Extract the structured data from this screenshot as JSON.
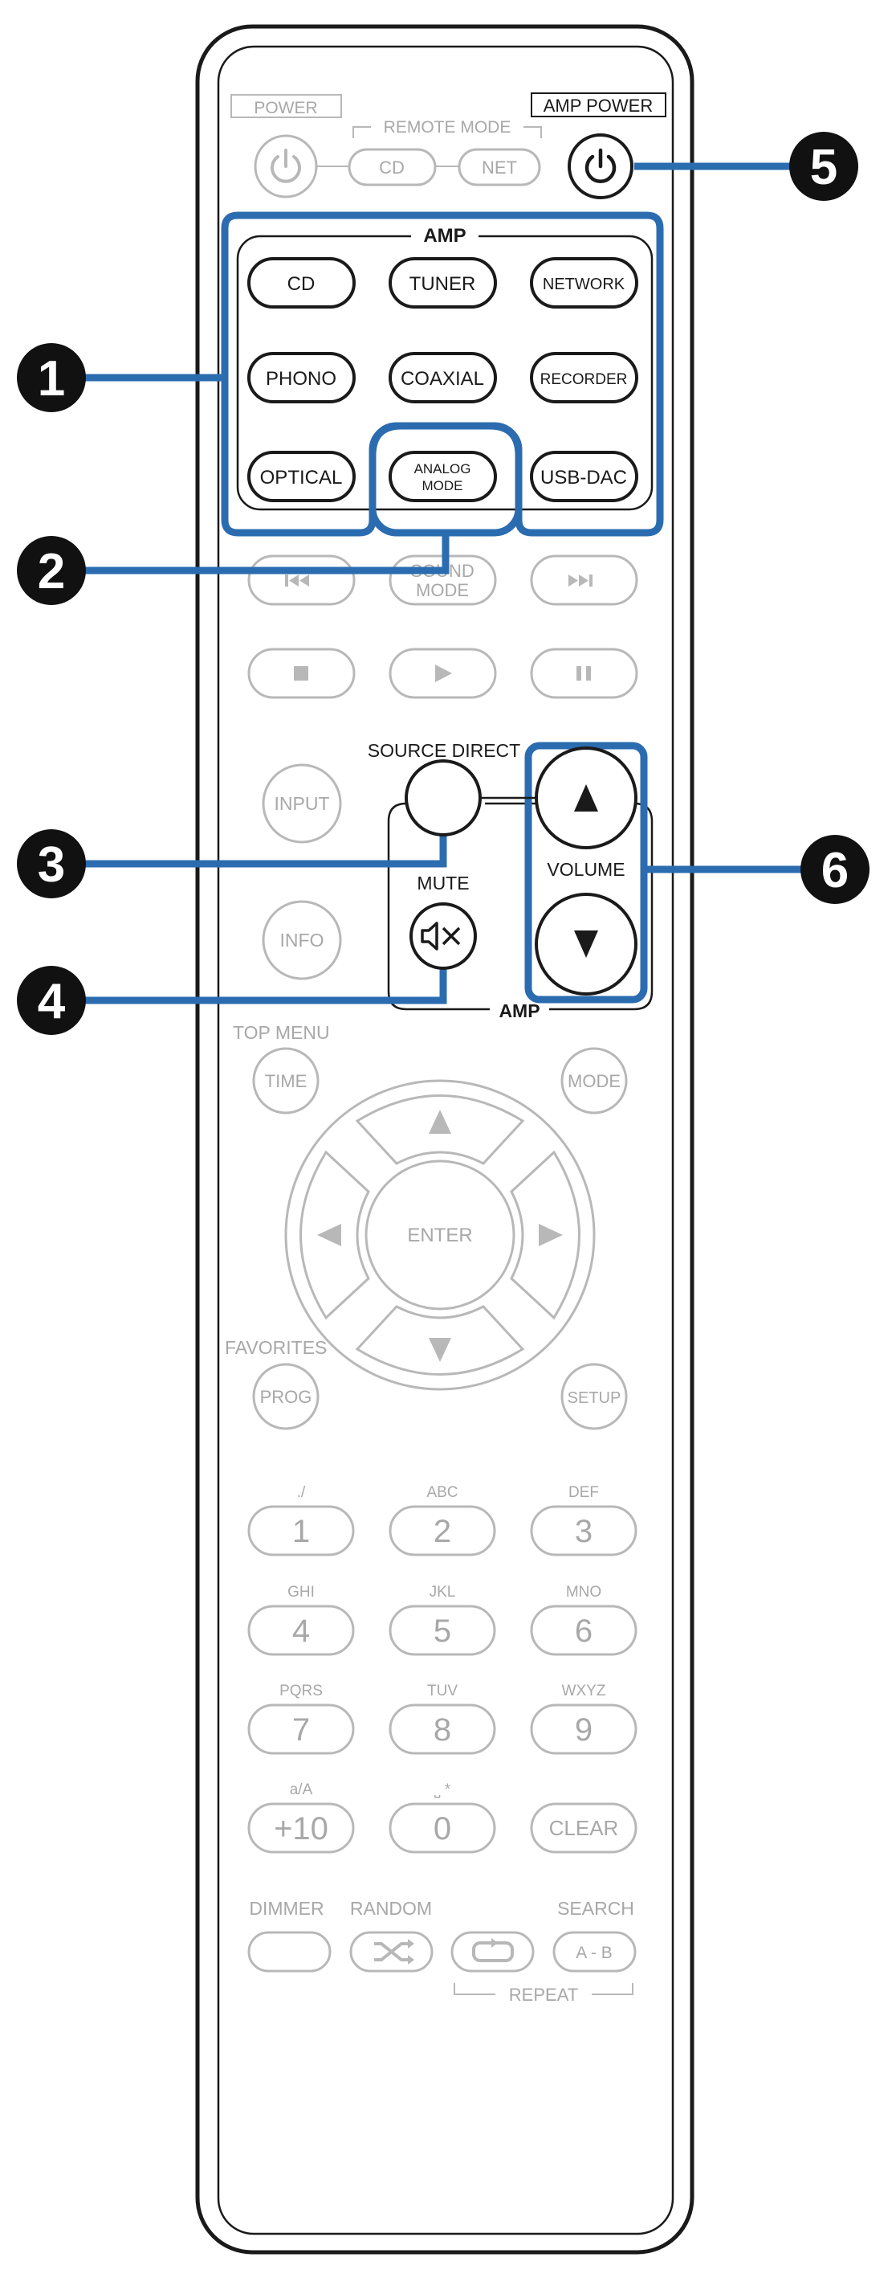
{
  "colors": {
    "outline": "#1a1a1a",
    "faded": "#b8b8b8",
    "faded_text": "#a8a8a8",
    "highlight": "#2b6cb0",
    "callout_bg": "#111111",
    "callout_text": "#ffffff"
  },
  "top": {
    "power_label": "POWER",
    "remote_mode_label": "REMOTE MODE",
    "amp_power_label": "AMP POWER",
    "cd_label": "CD",
    "net_label": "NET",
    "power_icon": "power-icon"
  },
  "amp_group": {
    "label": "AMP",
    "buttons": [
      "CD",
      "TUNER",
      "NETWORK",
      "PHONO",
      "COAXIAL",
      "RECORDER",
      "OPTICAL",
      "ANALOG\nMODE",
      "USB-DAC"
    ]
  },
  "faded_rows": {
    "prev_icon": "skip-back-icon",
    "sound_mode_label": "SOUND\nMODE",
    "next_icon": "skip-forward-icon",
    "stop_icon": "stop-icon",
    "play_icon": "play-icon",
    "pause_icon": "pause-icon"
  },
  "middle": {
    "source_direct_label": "SOURCE DIRECT",
    "input_label": "INPUT",
    "info_label": "INFO",
    "mute_label": "MUTE",
    "volume_label": "VOLUME",
    "amp_label": "AMP",
    "volume_up_icon": "triangle-up-icon",
    "volume_down_icon": "triangle-down-icon",
    "mute_icon": "speaker-mute-icon"
  },
  "nav": {
    "top_menu_label": "TOP MENU",
    "time_label": "TIME",
    "mode_label": "MODE",
    "enter_label": "ENTER",
    "favorites_label": "FAVORITES",
    "prog_label": "PROG",
    "setup_label": "SETUP"
  },
  "keypad": {
    "keys": [
      {
        "label": "1",
        "sub": "./"
      },
      {
        "label": "2",
        "sub": "ABC"
      },
      {
        "label": "3",
        "sub": "DEF"
      },
      {
        "label": "4",
        "sub": "GHI"
      },
      {
        "label": "5",
        "sub": "JKL"
      },
      {
        "label": "6",
        "sub": "MNO"
      },
      {
        "label": "7",
        "sub": "PQRS"
      },
      {
        "label": "8",
        "sub": "TUV"
      },
      {
        "label": "9",
        "sub": "WXYZ"
      },
      {
        "label": "+10",
        "sub": "a/A"
      },
      {
        "label": "0",
        "sub": "⎵ *"
      },
      {
        "label": "CLEAR",
        "sub": ""
      }
    ]
  },
  "bottom": {
    "dimmer_label": "DIMMER",
    "random_label": "RANDOM",
    "search_label": "SEARCH",
    "ab_label": "A - B",
    "repeat_label": "REPEAT",
    "shuffle_icon": "shuffle-icon",
    "repeat_icon": "repeat-icon"
  },
  "callouts": [
    {
      "number": "1",
      "target": "amp-input-buttons"
    },
    {
      "number": "2",
      "target": "analog-mode-button"
    },
    {
      "number": "3",
      "target": "source-direct-button"
    },
    {
      "number": "4",
      "target": "mute-button"
    },
    {
      "number": "5",
      "target": "amp-power-button"
    },
    {
      "number": "6",
      "target": "volume-buttons"
    }
  ]
}
